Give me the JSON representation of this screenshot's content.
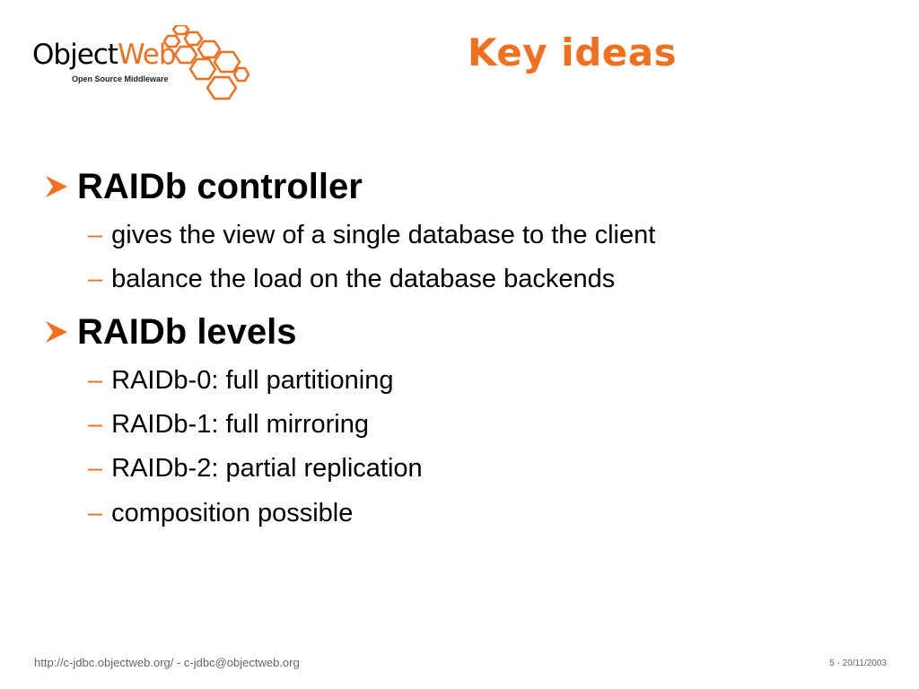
{
  "logo": {
    "name_part1": "Object",
    "name_part2": "Web",
    "tagline": "Open Source Middleware",
    "icon": "hexagon-cluster-icon",
    "accent_color": "#f07020"
  },
  "title": "Key ideas",
  "sections": [
    {
      "heading": "RAIDb controller",
      "items": [
        "gives the view of a single database to the client",
        "balance the load on the database backends"
      ]
    },
    {
      "heading": "RAIDb levels",
      "items": [
        "RAIDb-0: full partitioning",
        "RAIDb-1: full mirroring",
        "RAIDb-2: partial replication",
        "composition possible"
      ]
    }
  ],
  "bullet_icon": "orange-arrow-icon",
  "dash_symbol": "–",
  "footer": {
    "left": "http://c-jdbc.objectweb.org/ - c-jdbc@objectweb.org",
    "right": "5 - 20/11/2003"
  }
}
